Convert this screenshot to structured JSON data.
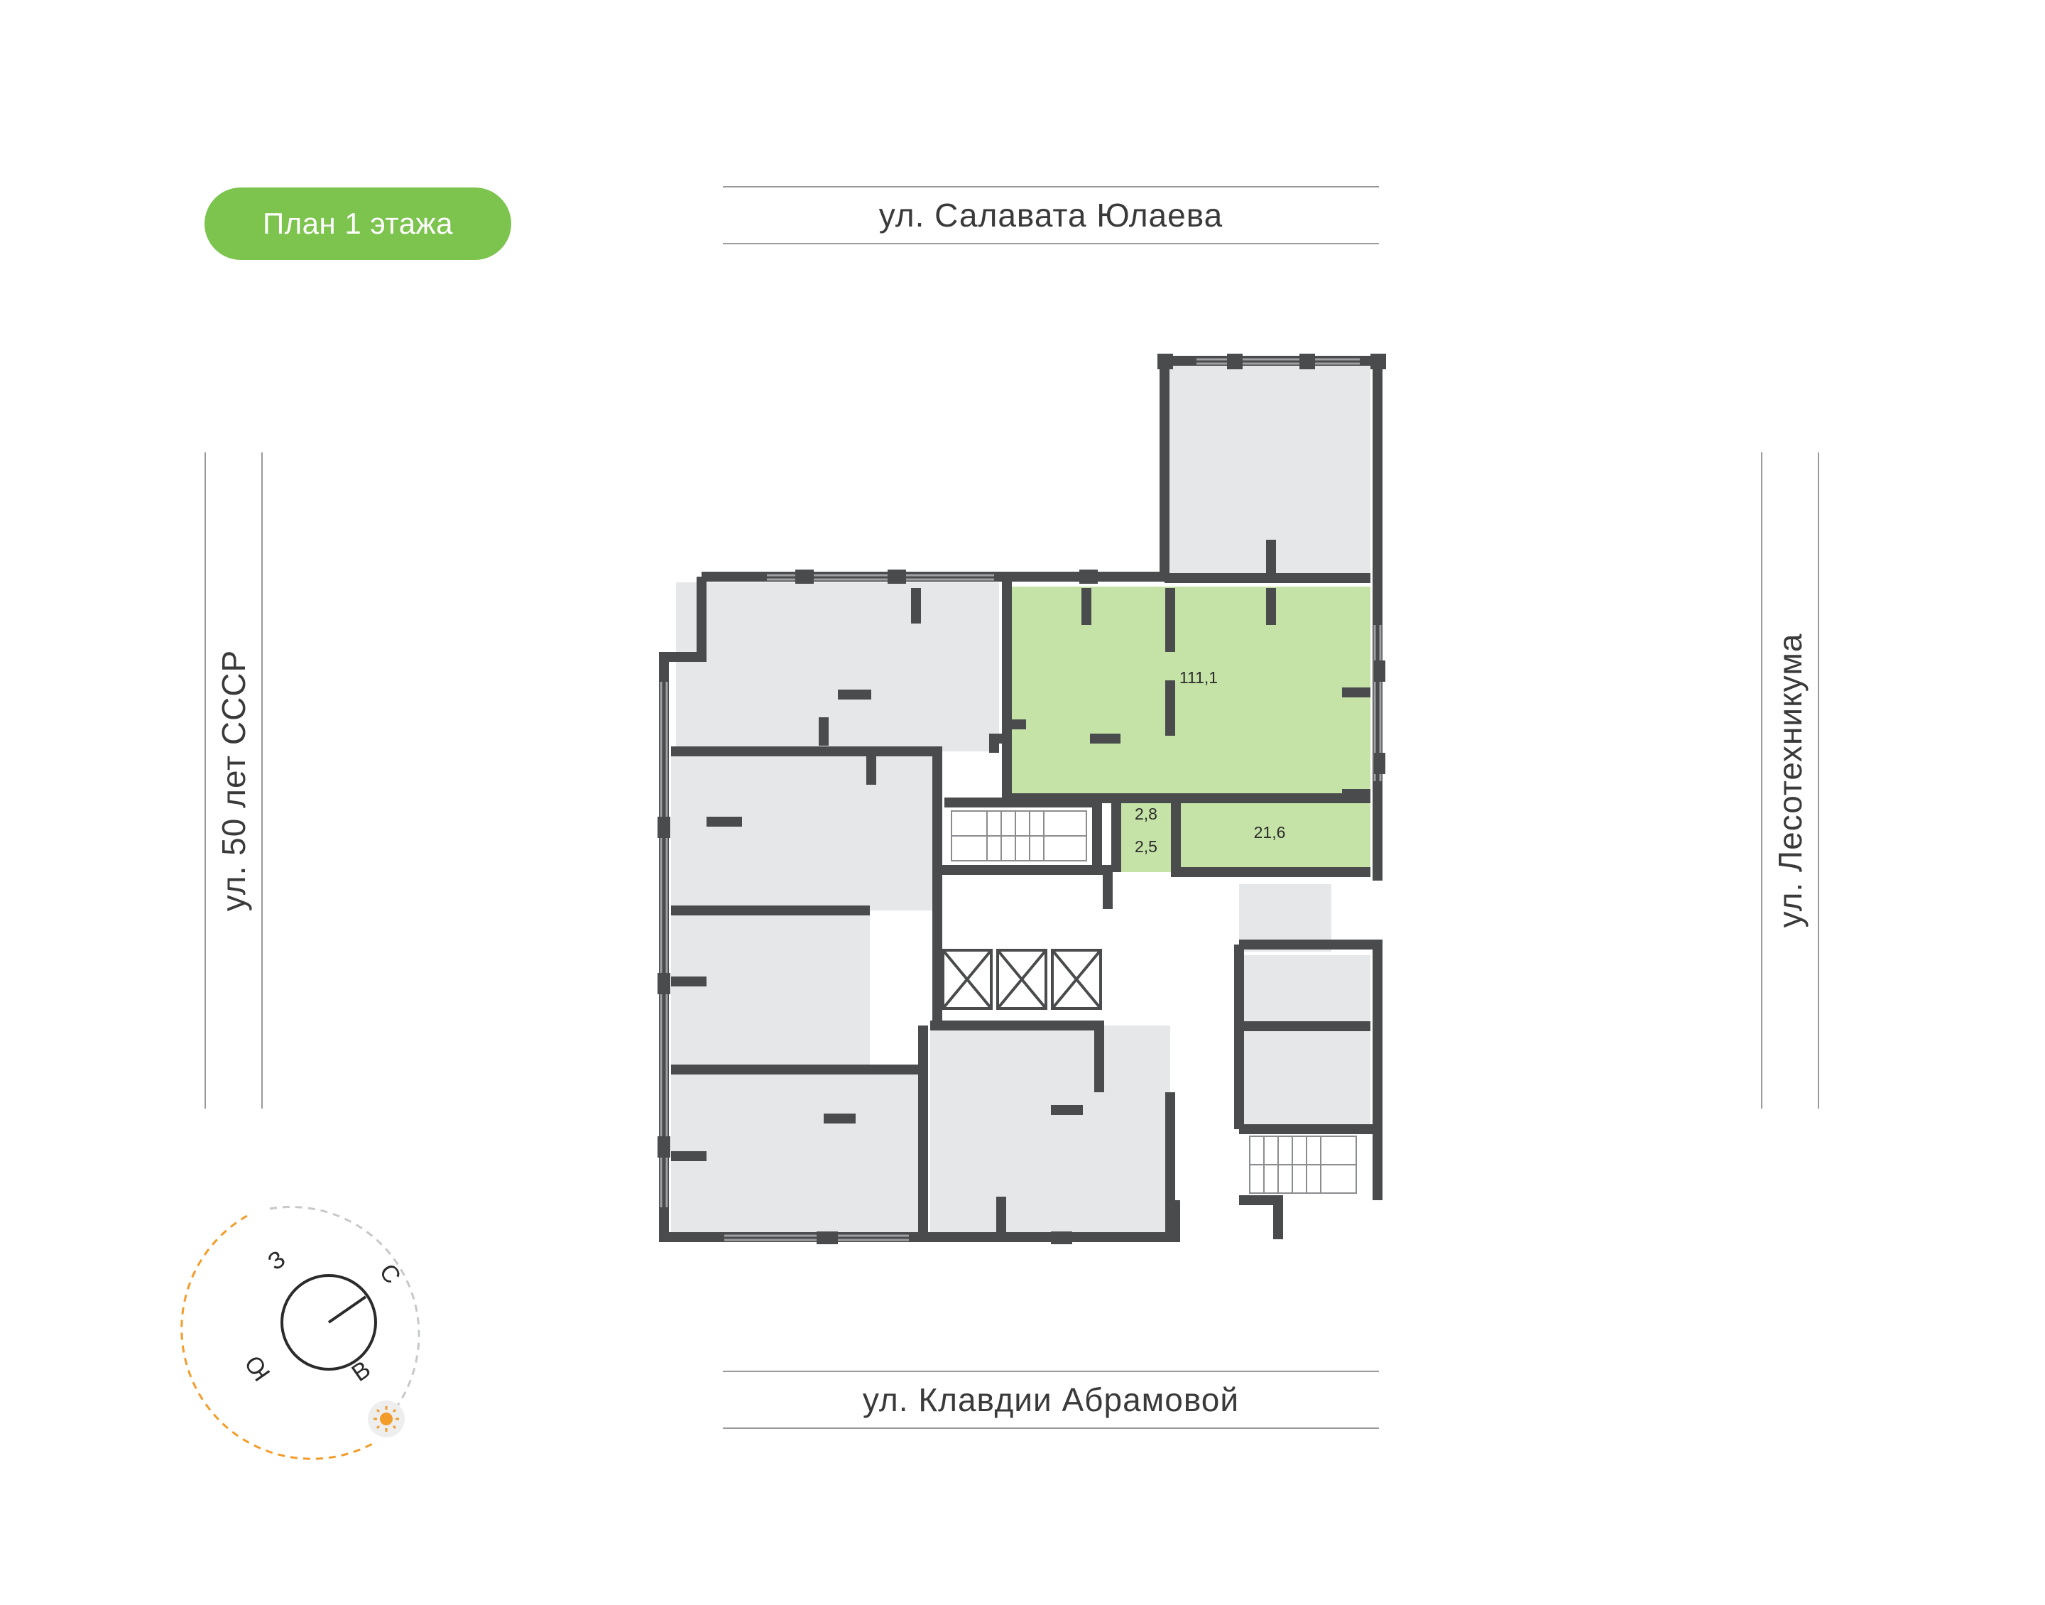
{
  "badge": {
    "label": "План 1 этажа",
    "color": "#7cc44e"
  },
  "streets": {
    "north": "ул. Салавата Юлаева",
    "south": "ул. Клавдии Абрамовой",
    "west": "ул. 50 лет СССР",
    "east": "ул. Лесотехникума"
  },
  "rooms": {
    "main_area": "111,1",
    "small_area_a": "2,8",
    "small_area_b": "2,5",
    "side_area": "21,6"
  },
  "colors": {
    "highlight": "#c5e3a7",
    "unit_fill": "#e6e7e9",
    "wall": "#4a4b4d",
    "sun_path": "#f39c2a"
  },
  "compass": {
    "n": "С",
    "s": "Ю",
    "e": "В",
    "w": "З"
  },
  "icons": {
    "sun": "sun-icon",
    "stairs": "stairs-icon",
    "elevator": "elevator-icon"
  }
}
